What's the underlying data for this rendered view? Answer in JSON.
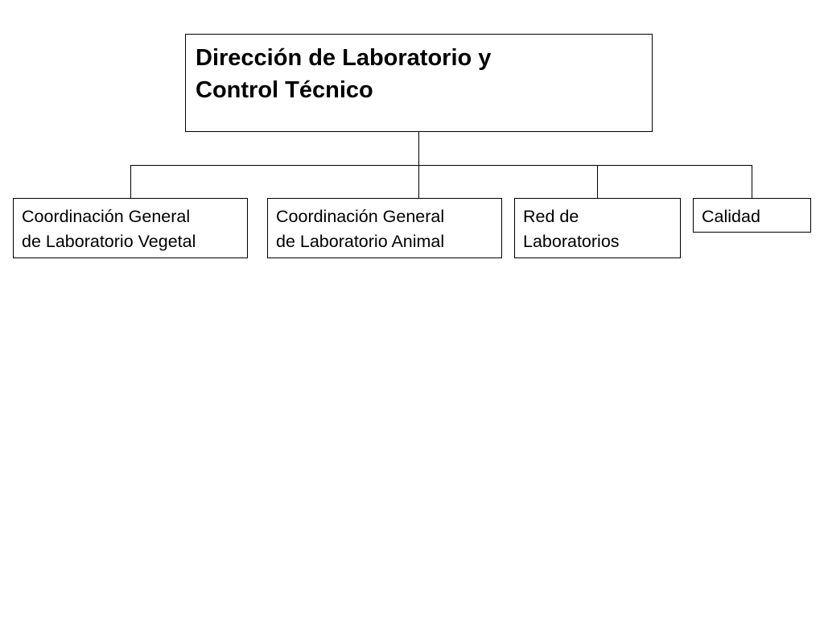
{
  "org_chart": {
    "root": {
      "label": "Dirección de Laboratorio y\nControl Técnico"
    },
    "children": [
      {
        "label": "Coordinación General\nde Laboratorio Vegetal"
      },
      {
        "label": "Coordinación General\nde Laboratorio Animal"
      },
      {
        "label": "Red de\nLaboratorios"
      },
      {
        "label": "Calidad"
      }
    ]
  },
  "colors": {
    "line": "#000000",
    "box_border": "#000000",
    "background": "#ffffff"
  }
}
